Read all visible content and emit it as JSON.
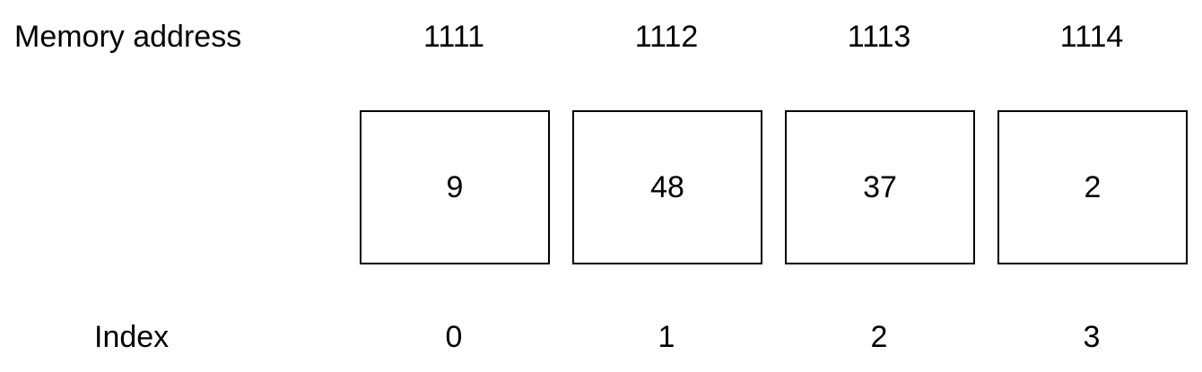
{
  "labels": {
    "memory_address": "Memory address",
    "index": "Index"
  },
  "cells": [
    {
      "address": "1111",
      "value": "9",
      "index": "0"
    },
    {
      "address": "1112",
      "value": "48",
      "index": "1"
    },
    {
      "address": "1113",
      "value": "37",
      "index": "2"
    },
    {
      "address": "1114",
      "value": "2",
      "index": "3"
    }
  ],
  "colors": {
    "border": "#000000",
    "text": "#000000",
    "background": "#ffffff"
  }
}
